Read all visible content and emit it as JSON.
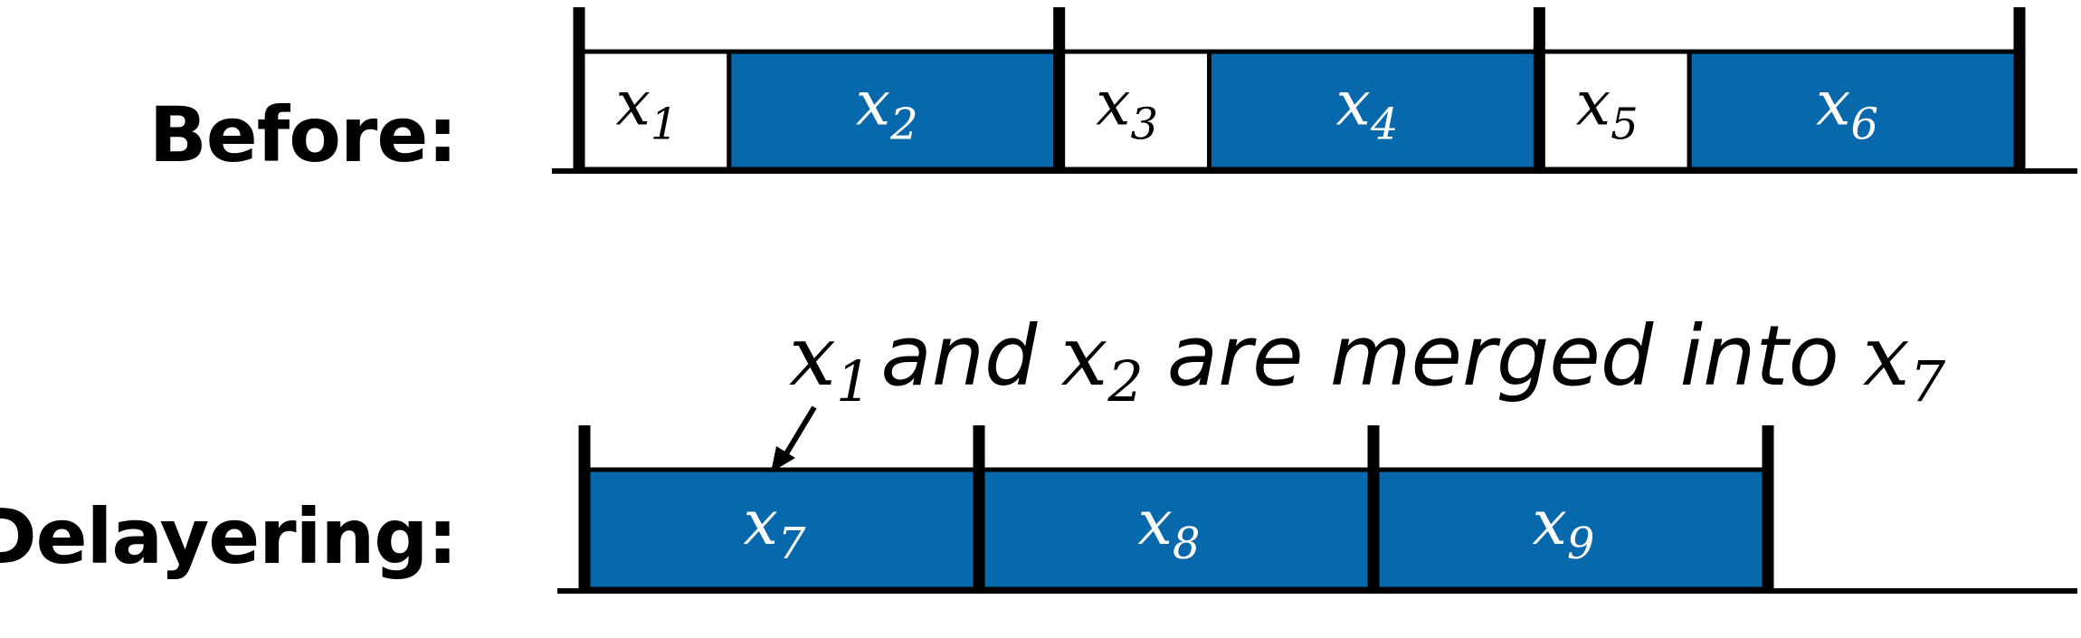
{
  "colors": {
    "blue": "#0868AC",
    "white": "#FFFFFF",
    "black": "#000000"
  },
  "before": {
    "label": "Before:",
    "cells": [
      {
        "base": "x",
        "sub": "1",
        "fill": "white",
        "width": 1
      },
      {
        "base": "x",
        "sub": "2",
        "fill": "blue",
        "width": 2.2
      },
      {
        "base": "x",
        "sub": "3",
        "fill": "white",
        "width": 1
      },
      {
        "base": "x",
        "sub": "4",
        "fill": "blue",
        "width": 2.2
      },
      {
        "base": "x",
        "sub": "5",
        "fill": "white",
        "width": 1
      },
      {
        "base": "x",
        "sub": "6",
        "fill": "blue",
        "width": 2.2
      }
    ],
    "groups": [
      [
        0,
        1
      ],
      [
        2,
        3
      ],
      [
        4,
        5
      ]
    ]
  },
  "delayering": {
    "label": "Delayering:",
    "cells": [
      {
        "base": "x",
        "sub": "7",
        "fill": "blue",
        "width": 1
      },
      {
        "base": "x",
        "sub": "8",
        "fill": "blue",
        "width": 1
      },
      {
        "base": "x",
        "sub": "9",
        "fill": "blue",
        "width": 1
      }
    ]
  },
  "annotation": {
    "var1": {
      "base": "x",
      "sub": "1"
    },
    "word1": "and",
    "var2": {
      "base": "x",
      "sub": "2"
    },
    "phrase": "are merged into",
    "var3": {
      "base": "x",
      "sub": "7"
    }
  }
}
